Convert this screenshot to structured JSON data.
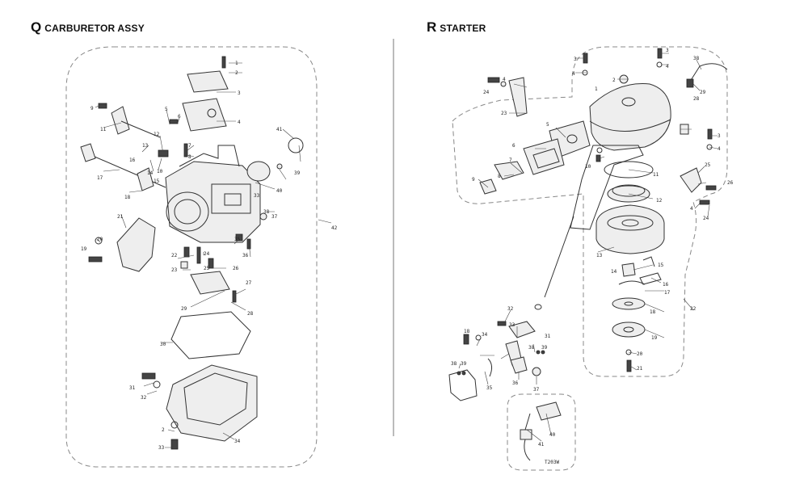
{
  "sections": [
    {
      "letter": "Q",
      "title": "CARBURETOR ASSY"
    },
    {
      "letter": "R",
      "title": "STARTER"
    }
  ],
  "carburetor_callouts": [
    "1",
    "2",
    "3",
    "4",
    "5",
    "6",
    "7",
    "8",
    "9",
    "10",
    "11",
    "12",
    "13",
    "14",
    "15",
    "16",
    "17",
    "18",
    "19",
    "20",
    "21",
    "22",
    "23",
    "24",
    "25",
    "26",
    "27",
    "28",
    "29",
    "30",
    "31",
    "32",
    "33",
    "34",
    "35",
    "36",
    "37",
    "38",
    "39",
    "40",
    "41",
    "42",
    "2",
    "33"
  ],
  "starter_callouts": [
    "3",
    "4",
    "2",
    "1",
    "38",
    "29",
    "28",
    "3",
    "4",
    "24",
    "4",
    "23",
    "5",
    "6",
    "7",
    "8",
    "9",
    "10",
    "11",
    "12",
    "13",
    "14",
    "15",
    "16",
    "17",
    "18",
    "19",
    "20",
    "21",
    "22",
    "25",
    "26",
    "4",
    "24",
    "32",
    "33",
    "34",
    "18",
    "31",
    "35",
    "36",
    "37",
    "38",
    "39",
    "38",
    "39",
    "40",
    "41",
    "3",
    "4"
  ],
  "inset_code": "T203W"
}
